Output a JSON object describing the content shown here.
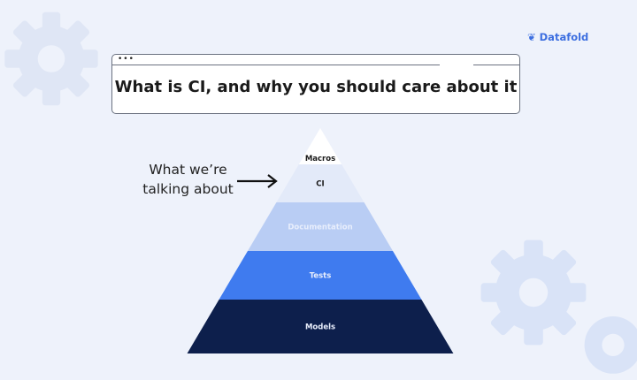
{
  "brand": {
    "name": "Datafold",
    "color": "#3d6fe0"
  },
  "window": {
    "dots": "•••",
    "title": "What is CI, and why you should care about it"
  },
  "annotation": {
    "line1": "What we’re",
    "line2": "talking about",
    "arrow-icon": "right-arrow"
  },
  "pyramid": {
    "layers": [
      {
        "label": "Macros",
        "fill": "#ffffff",
        "text": "#1a1a1a"
      },
      {
        "label": "CI",
        "fill": "#e3eaf9",
        "text": "#1a1a1a"
      },
      {
        "label": "Documentation",
        "fill": "#b9cdf4",
        "text": "#e8eefc"
      },
      {
        "label": "Tests",
        "fill": "#3f7bef",
        "text": "#e8eefc"
      },
      {
        "label": "Models",
        "fill": "#0d1f4c",
        "text": "#e8eefc"
      }
    ]
  }
}
